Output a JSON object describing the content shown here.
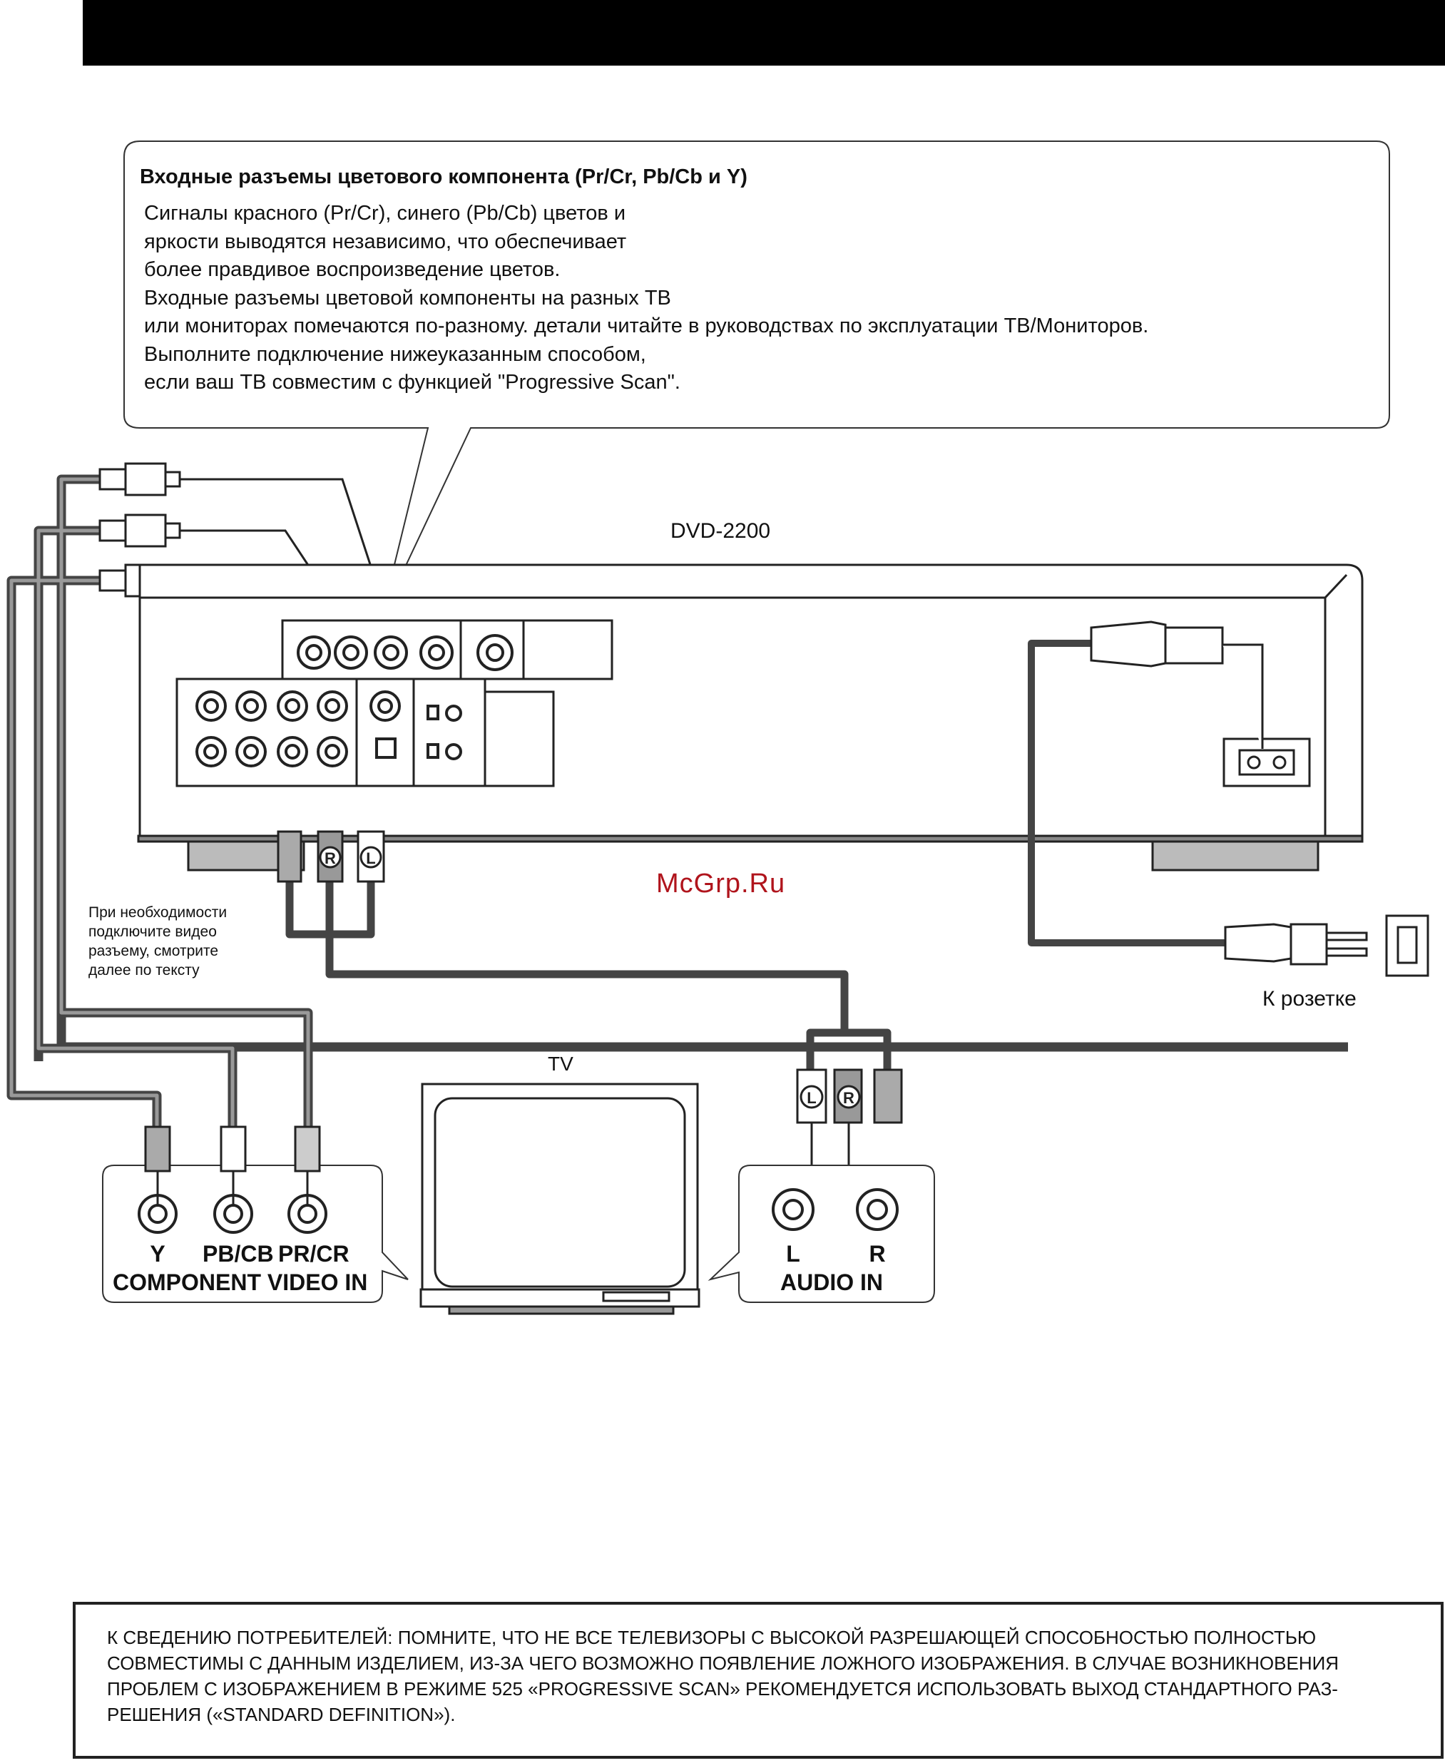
{
  "callout": {
    "title": "Входные разъемы цветового компонента (Pr/Cr, Pb/Cb и Y)",
    "lines": [
      "Сигналы красного (Pr/Cr), синего (Pb/Cb) цветов и",
      "яркости выводятся независимо, что обеспечивает",
      "более правдивое воспроизведение цветов.",
      "Входные разъемы цветовой компоненты на разных ТВ",
      "или мониторах помечаются по-разному. детали читайте в руководствах по эксплуатации ТВ/Мониторов.",
      "Выполните подключение нижеуказанным способом,",
      "если ваш ТВ совместим с функцией \"Progressive Scan\"."
    ]
  },
  "player": {
    "model": "DVD-2200"
  },
  "watermark": "McGrp.Ru",
  "video_note": {
    "lines": [
      "При необходимости",
      "подключите видео",
      "разъему, смотрите",
      "далее по тексту"
    ]
  },
  "outlet": {
    "label": "К розетке"
  },
  "tv": {
    "label": "TV"
  },
  "component_panel": {
    "jacks": [
      "Y",
      "PB/CB",
      "PR/CR"
    ],
    "title": "COMPONENT VIDEO IN"
  },
  "audio_panel": {
    "jacks": [
      "L",
      "R"
    ],
    "title": "AUDIO IN"
  },
  "plug_marks": {
    "right": "R",
    "left": "L"
  },
  "warning": {
    "lines": [
      "К СВЕДЕНИЮ ПОТРЕБИТЕЛЕЙ: ПОМНИТЕ, ЧТО НЕ ВСЕ ТЕЛЕВИЗОРЫ С ВЫСОКОЙ РАЗРЕШАЮЩЕЙ СПОСОБНОСТЬЮ ПОЛНОСТЬЮ",
      "СОВМЕСТИМЫ С ДАННЫМ ИЗДЕЛИЕМ, ИЗ-ЗА ЧЕГО ВОЗМОЖНО ПОЯВЛЕНИЕ ЛОЖНОГО ИЗОБРАЖЕНИЯ. В СЛУЧАЕ ВОЗНИКНОВЕНИЯ",
      "ПРОБЛЕМ С ИЗОБРАЖЕНИЕМ В РЕЖИМЕ 525 «PROGRESSIVE SCAN» РЕКОМЕНДУЕТСЯ ИСПОЛЬЗОВАТЬ ВЫХОД СТАНДАРТНОГО РАЗ-",
      "РЕШЕНИЯ («STANDARD DEFINITION»)."
    ]
  }
}
